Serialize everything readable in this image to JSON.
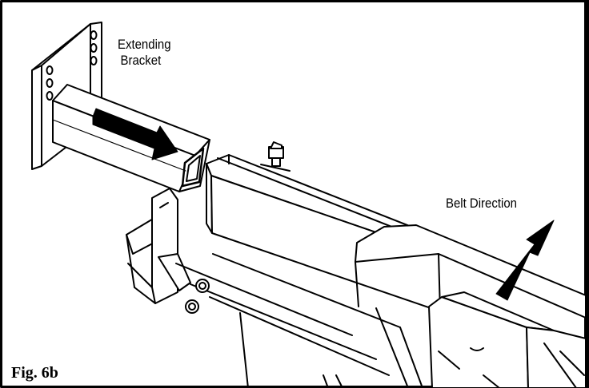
{
  "labels": {
    "extending_bracket_line1": "Extending",
    "extending_bracket_line2": "Bracket",
    "belt_direction": "Belt Direction"
  },
  "figure": {
    "caption": "Fig. 6b"
  },
  "colors": {
    "line": "#000000",
    "background": "#ffffff"
  }
}
